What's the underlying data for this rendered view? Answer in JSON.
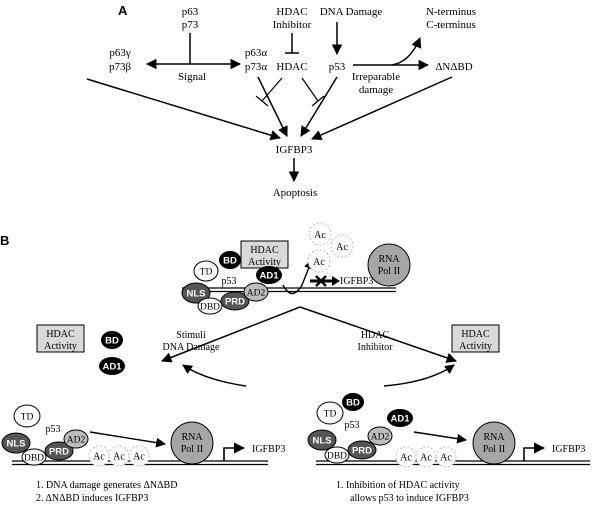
{
  "panel_a": {
    "label": "A",
    "p63_p73": [
      "p63",
      "p73"
    ],
    "signal": "Signal",
    "p63g_p73b": [
      "p63γ",
      "p73β"
    ],
    "p63a_p73a": [
      "p63α",
      "p73α"
    ],
    "hdac_inhibitor": [
      "HDAC",
      "Inhibitor"
    ],
    "hdac": "HDAC",
    "dna_damage": "DNA Damage",
    "p53": "p53",
    "n_c_terminus": [
      "N-terminus",
      "C-terminus"
    ],
    "irreparable_damage": [
      "Irreparable",
      "damage"
    ],
    "dnabd": "ΔNΔBD",
    "igfbp3": "IGFBP3",
    "apoptosis": "Apoptosis"
  },
  "panel_b": {
    "label": "B",
    "top": {
      "hdac_activity": [
        "HDAC",
        "Activity"
      ],
      "ac": [
        "Ac",
        "Ac",
        "Ac"
      ],
      "rna_pol": [
        "RNA",
        "Pol II"
      ],
      "p53": "p53",
      "td": "TD",
      "bd": "BD",
      "ad1": "AD1",
      "ad2": "AD2",
      "nls": "NLS",
      "prd": "PRD",
      "dbd": "DBD",
      "igfbp3": "IGFBP3"
    },
    "left_float": {
      "hdac_activity": [
        "HDAC",
        "Activity"
      ],
      "bd": "BD",
      "ad1": "AD1"
    },
    "right_float": {
      "hdac_activity": [
        "HDAC",
        "Activity"
      ]
    },
    "stimuli": [
      "Stimuli",
      "DNA Damage"
    ],
    "hdac_inhibitor": [
      "HDAC",
      "Inhibitor"
    ],
    "bottom_left": {
      "td": "TD",
      "p53": "p53",
      "nls": "NLS",
      "prd": "PRD",
      "ad2": "AD2",
      "dbd": "DBD",
      "ac": [
        "Ac",
        "Ac",
        "Ac"
      ],
      "rna_pol": [
        "RNA",
        "Pol II"
      ],
      "igfbp3": "IGFBP3",
      "notes": [
        "1.  DNA damage generates ΔNΔBD",
        "2.  ΔNΔBD induces IGFBP3"
      ]
    },
    "bottom_right": {
      "td": "TD",
      "bd": "BD",
      "ad1": "AD1",
      "p53": "p53",
      "nls": "NLS",
      "prd": "PRD",
      "ad2": "AD2",
      "dbd": "DBD",
      "ac": [
        "Ac",
        "Ac",
        "Ac"
      ],
      "rna_pol": [
        "RNA",
        "Pol II"
      ],
      "igfbp3": "IGFBP3",
      "notes": [
        "1.  Inhibition of HDAC activity",
        "allows p53 to induce IGFBP3"
      ]
    }
  }
}
